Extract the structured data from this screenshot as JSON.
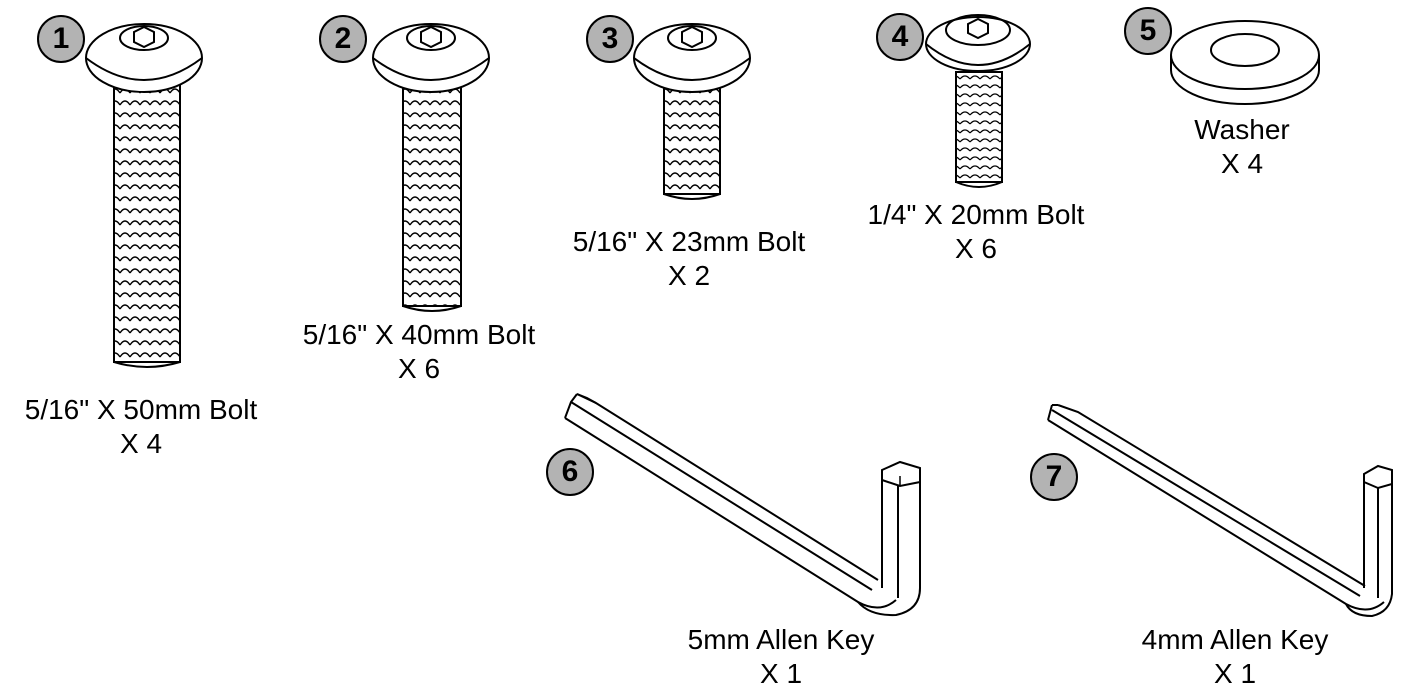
{
  "parts": [
    {
      "number": "1",
      "name": "5/16\" X 50mm Bolt",
      "qty": "X 4",
      "icon": "bolt-50mm-icon"
    },
    {
      "number": "2",
      "name": "5/16\" X 40mm Bolt",
      "qty": "X 6",
      "icon": "bolt-40mm-icon"
    },
    {
      "number": "3",
      "name": "5/16\" X 23mm Bolt",
      "qty": "X 2",
      "icon": "bolt-23mm-icon"
    },
    {
      "number": "4",
      "name": "1/4\" X 20mm Bolt",
      "qty": "X 6",
      "icon": "bolt-20mm-icon"
    },
    {
      "number": "5",
      "name": "Washer",
      "qty": "X 4",
      "icon": "washer-icon"
    },
    {
      "number": "6",
      "name": "5mm Allen Key",
      "qty": "X 1",
      "icon": "allen-key-5mm-icon"
    },
    {
      "number": "7",
      "name": "4mm Allen Key",
      "qty": "X 1",
      "icon": "allen-key-4mm-icon"
    }
  ],
  "colors": {
    "badge_fill": "#b3b3b3",
    "line": "#000000",
    "fill": "#ffffff"
  }
}
